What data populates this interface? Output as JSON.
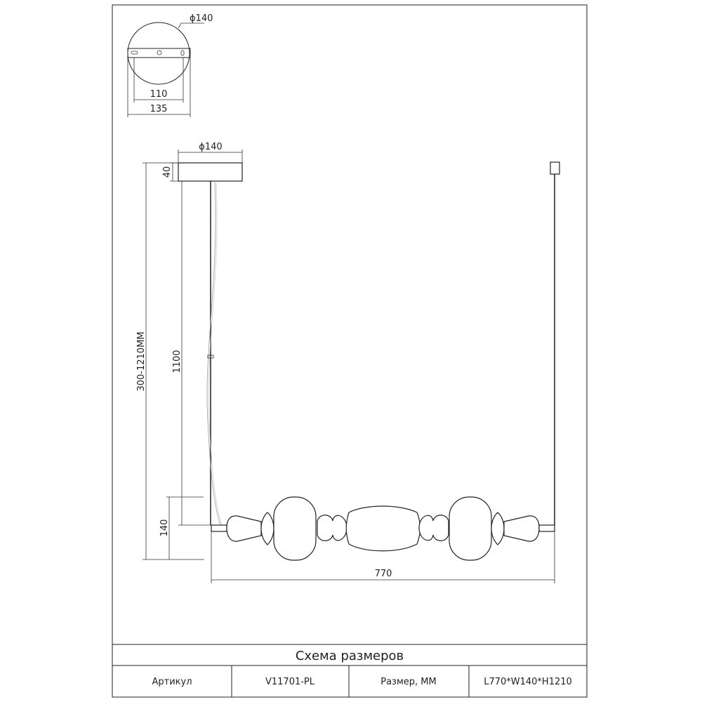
{
  "top_view": {
    "diameter_label": "ϕ140",
    "inner_width_label": "110",
    "outer_width_label": "135"
  },
  "front_view": {
    "canopy_diameter_label": "ϕ140",
    "canopy_height_label": "40",
    "total_height_label": "300-1210MM",
    "cable_length_label": "1100",
    "body_height_label": "140",
    "length_label": "770"
  },
  "title_block": {
    "title": "Схема размеров",
    "article_label": "Артикул",
    "article_value": "V11701-PL",
    "size_label": "Размер, ММ",
    "size_value": "L770*W140*H1210"
  }
}
